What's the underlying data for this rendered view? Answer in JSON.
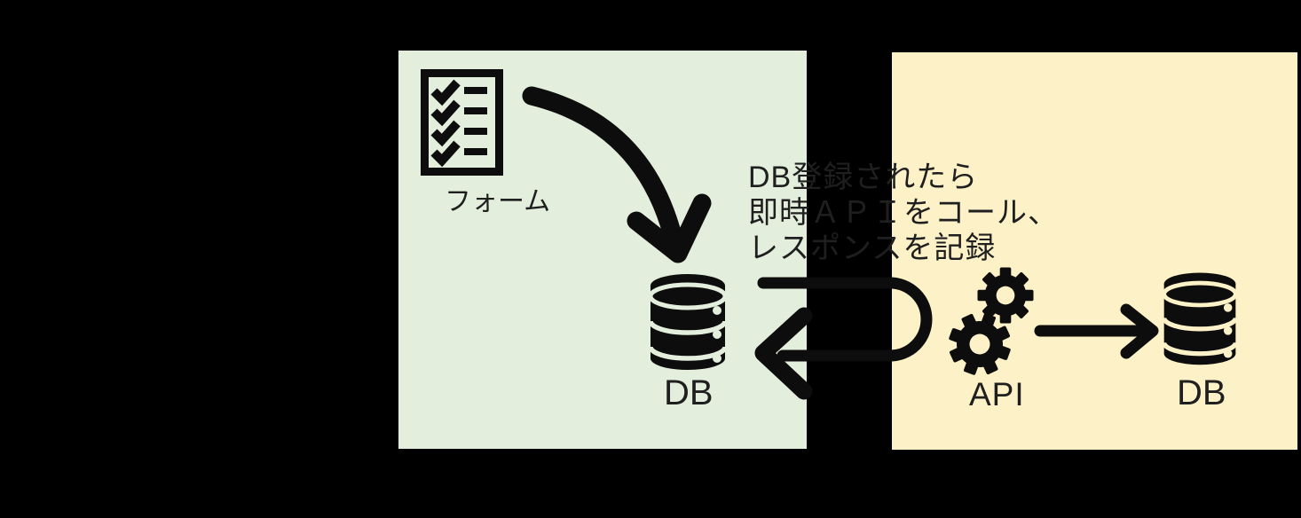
{
  "colors": {
    "bg": "#000000",
    "panel-green": "#e3eedc",
    "panel-yellow": "#fdf1c8",
    "ink": "#0d0d0d",
    "text": "#1f1f1f"
  },
  "panels": {
    "form_db": {
      "form_label": "フォーム",
      "db_label": "DB"
    },
    "api_db": {
      "api_label": "API",
      "db_label": "DB"
    }
  },
  "annotation": {
    "lines": [
      "DB登録されたら",
      "即時ＡＰＩをコール、",
      "レスポンスを記録"
    ]
  },
  "icons": {
    "form": "checklist-icon",
    "form_db_database": "database-icon",
    "api": "gears-icon",
    "api_db_database": "database-icon",
    "form_to_db": "curved-arrow-icon",
    "api_roundtrip": "u-turn-arrow-icon",
    "api_to_db": "right-arrow-icon"
  }
}
